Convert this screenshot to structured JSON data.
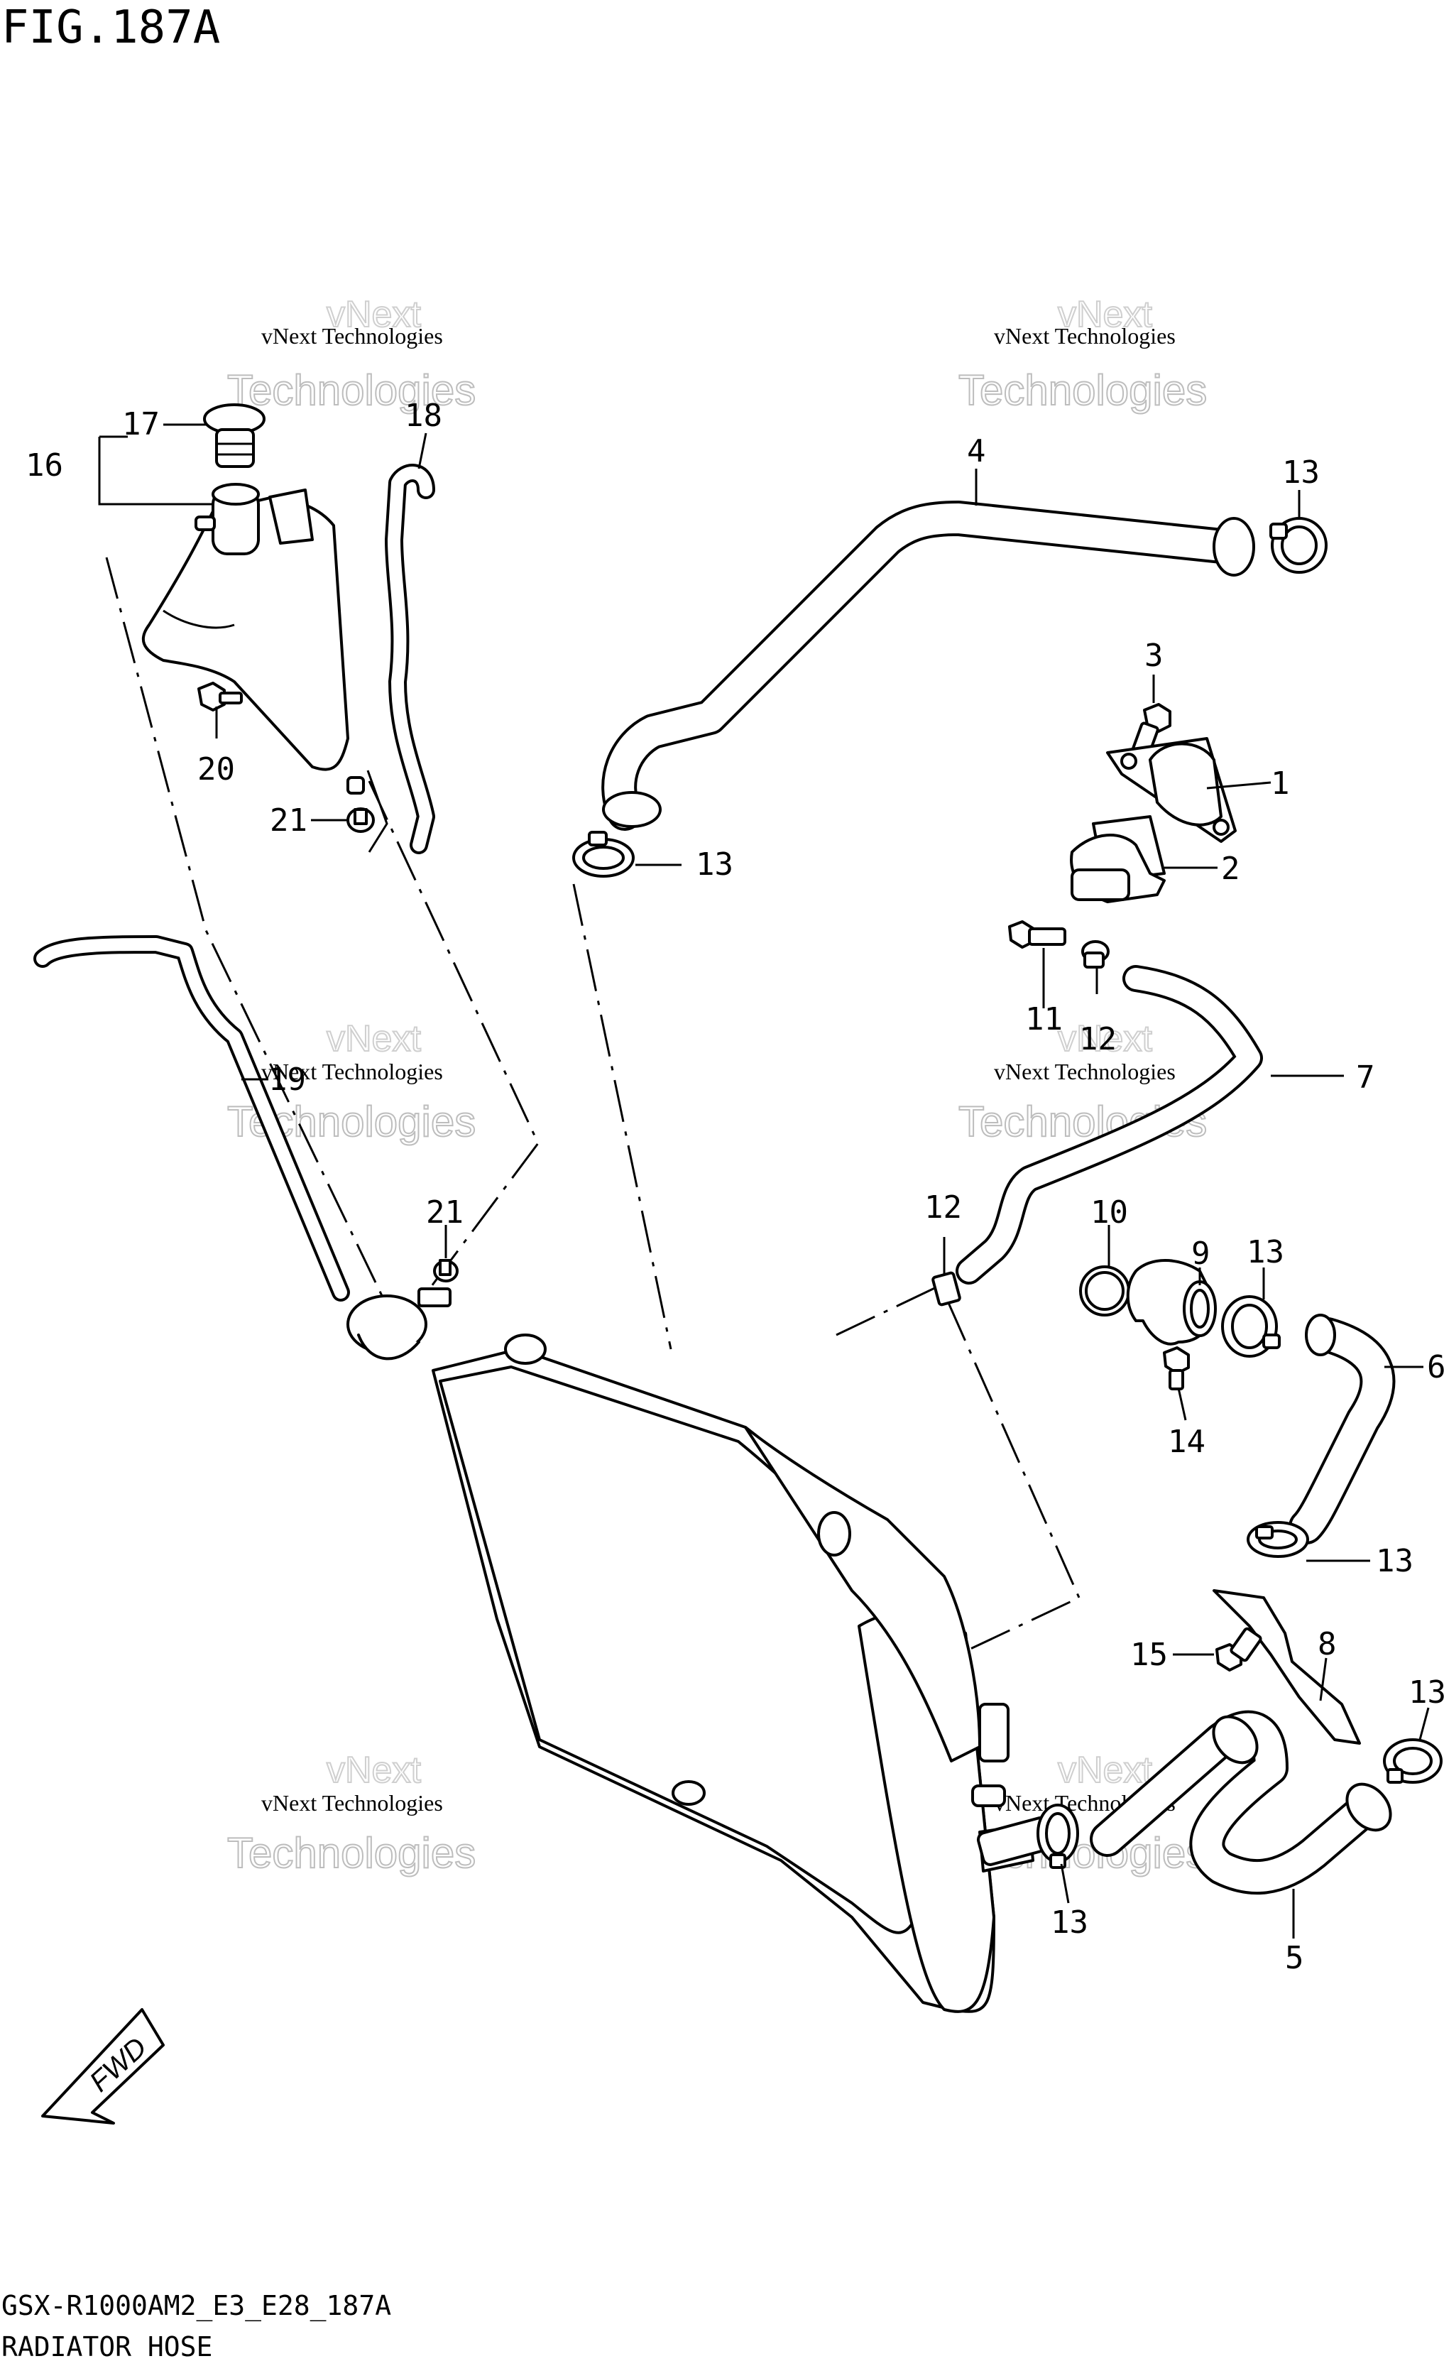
{
  "figure_title": "FIG.187A",
  "callouts": {
    "c1": "1",
    "c2": "2",
    "c3": "3",
    "c4": "4",
    "c5": "5",
    "c6": "6",
    "c7": "7",
    "c8": "8",
    "c9": "9",
    "c10": "10",
    "c11": "11",
    "c12a": "12",
    "c12b": "12",
    "c13a": "13",
    "c13b": "13",
    "c13c": "13",
    "c13d": "13",
    "c13e": "13",
    "c13f": "13",
    "c14": "14",
    "c15": "15",
    "c16": "16",
    "c17": "17",
    "c18": "18",
    "c19": "19",
    "c20": "20",
    "c21a": "21",
    "c21b": "21"
  },
  "watermark": {
    "brand": "vNext",
    "line": "vNext Technologies",
    "word": "Technologies"
  },
  "fwd_label": "FWD",
  "footer": {
    "code": "GSX-R1000AM2_E3_E28_187A",
    "caption": "RADIATOR HOSE"
  }
}
